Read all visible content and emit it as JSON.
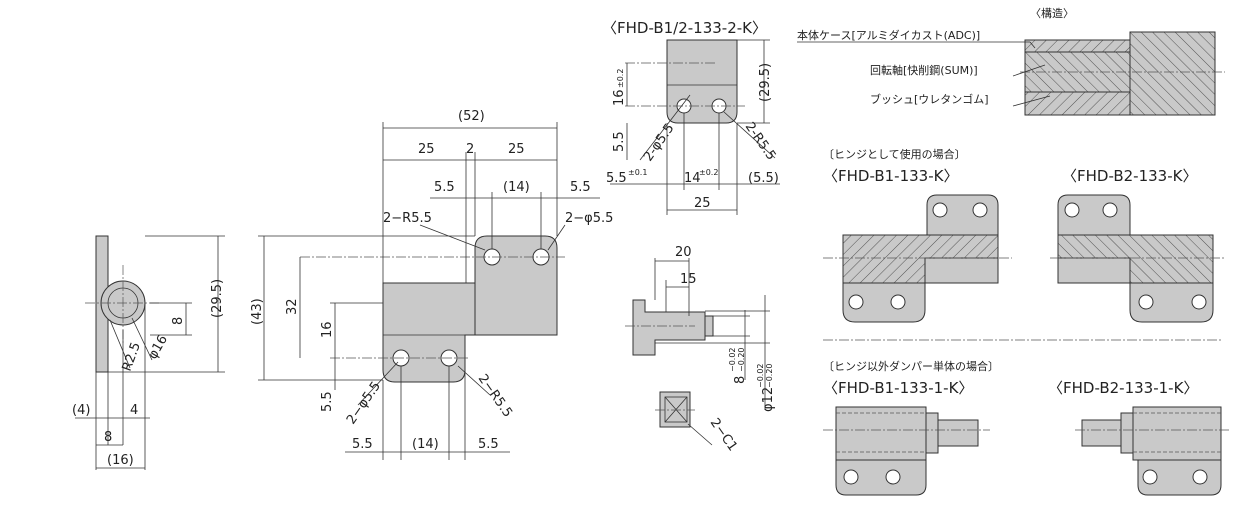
{
  "side_view": {
    "d1": "(29.5)",
    "d2": "8",
    "d3": "R2.5",
    "d4": "φ16",
    "d5": "(4)",
    "d6": "4",
    "d7": "8",
    "d8": "(16)"
  },
  "front_view": {
    "w52": "(52)",
    "w25a": "25",
    "w2": "2",
    "w25b": "25",
    "s55a": "5.5",
    "s14": "(14)",
    "s55b": "5.5",
    "r55": "2−R5.5",
    "phi55": "2−φ5.5",
    "h43": "(43)",
    "h32": "32",
    "h16": "16",
    "h55": "5.5",
    "phi55b": "2−φ5.5",
    "r55b": "2−R5.5",
    "b55a": "5.5",
    "b14": "(14)",
    "b55b": "5.5"
  },
  "top_view": {
    "title": "〈FHD-B1/2-133-2-K〉",
    "h16": "16",
    "h16tol": "±0.2",
    "h295": "(29.5)",
    "h55": "5.5",
    "phi": "2-φ5.5",
    "r": "2-R5.5",
    "w55": "5.5",
    "w55tol": "±0.1",
    "w14": "14",
    "w14tol": "±0.2",
    "w55b": "(5.5)",
    "w25": "25"
  },
  "shaft_view": {
    "d20": "20",
    "d15": "15",
    "d8": "8",
    "d8tol_up": "−0.02",
    "d8tol_lo": "−0.20",
    "d12": "φ12",
    "d12tol_up": "−0.02",
    "d12tol_lo": "−0.20",
    "c1": "2−C1"
  },
  "structure": {
    "title": "〈構造〉",
    "case": "本体ケース[アルミダイカスト(ADC)]",
    "shaft": "回転軸[快削鋼(SUM)]",
    "bush": "ブッシュ[ウレタンゴム]"
  },
  "hinge_use": {
    "heading": "〔ヒンジとして使用の場合〕",
    "b1": "〈FHD-B1-133-K〉",
    "b2": "〈FHD-B2-133-K〉"
  },
  "damper_use": {
    "heading": "〔ヒンジ以外ダンパー単体の場合〕",
    "b1": "〈FHD-B1-133-1-K〉",
    "b2": "〈FHD-B2-133-1-K〉"
  }
}
